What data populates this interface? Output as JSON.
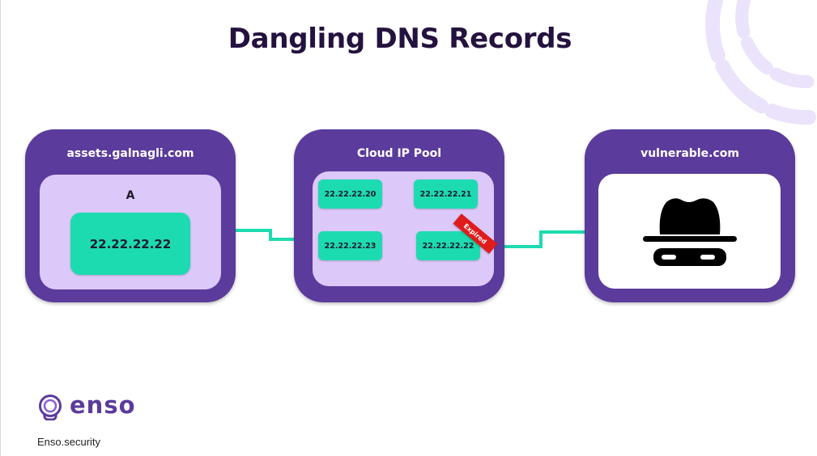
{
  "title": "Dangling DNS Records",
  "domain_card": {
    "title": "assets.galnagli.com",
    "record_type": "A",
    "ip": "22.22.22.22"
  },
  "pool_card": {
    "title": "Cloud IP Pool",
    "ips": [
      "22.22.22.20",
      "22.22.22.21",
      "22.22.22.23",
      "22.22.22.22"
    ],
    "expired_label": "Expired"
  },
  "vulnerable_card": {
    "title": "vulnerable.com",
    "icon": "hacker-icon"
  },
  "brand": {
    "name": "enso",
    "site": "Enso.security",
    "logo_icon": "enso-logo-icon"
  },
  "colors": {
    "card": "#5b3b9b",
    "inner": "#dcc8f9",
    "chip": "#1ddbb0",
    "connector": "#1ddbb0",
    "expired": "#e01b1b",
    "title": "#24123f"
  }
}
